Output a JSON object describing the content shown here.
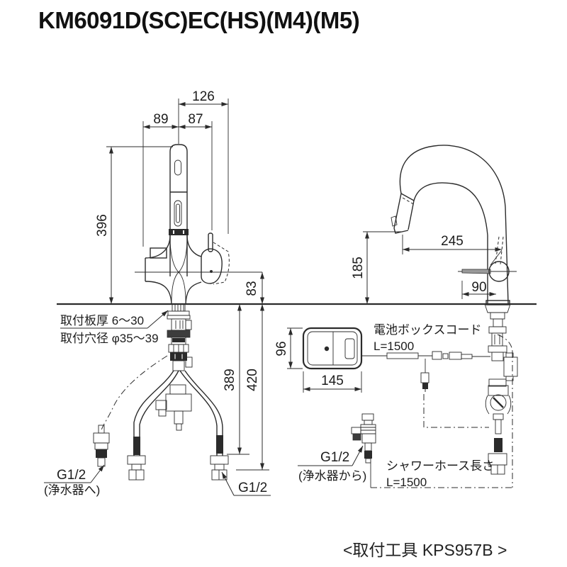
{
  "title": "KM6091D(SC)EC(HS)(M4)(M5)",
  "footer": "<取付工具 KPS957B >",
  "front": {
    "dim126": "126",
    "dim89": "89",
    "dim87": "87",
    "dim396": "396",
    "dim83": "83",
    "dim389": "389",
    "dim420": "420",
    "plate_label": "取付板厚 6〜30",
    "hole_label": "取付穴径 φ35〜39",
    "g12_filter": "G1/2",
    "g12_filter_sub": "(浄水器へ)",
    "g12_right": "G1/2"
  },
  "side": {
    "dim245": "245",
    "dim185": "185",
    "dim90": "90",
    "dim96": "96",
    "dim145": "145",
    "battery_label": "電池ボックスコード",
    "battery_length": "L=1500",
    "g12": "G1/2",
    "g12_sub": "(浄水器から)",
    "hose_label": "シャワーホース長さ",
    "hose_length": "L=1500"
  }
}
